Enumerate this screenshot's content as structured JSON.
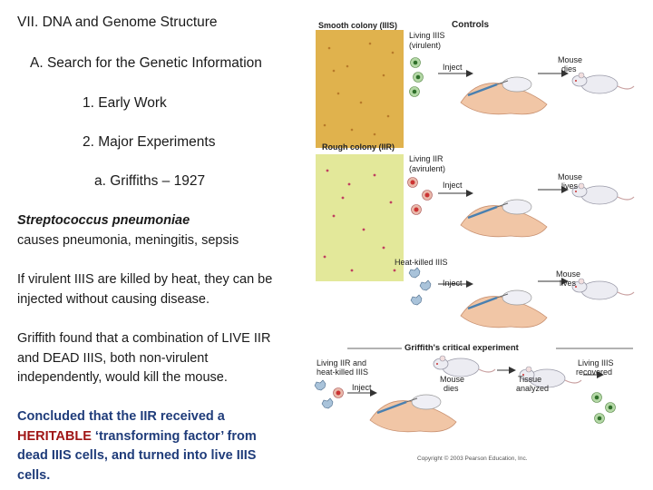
{
  "outline": {
    "title": "VII. DNA and Genome Structure",
    "section_a": "A. Search for the Genetic Information",
    "item_1": "1. Early Work",
    "item_2": "2. Major Experiments",
    "item_a": "a. Griffiths – 1927"
  },
  "paragraphs": {
    "organism": "Streptococcus pneumoniae",
    "disease": "causes pneumonia, meningitis, sepsis",
    "heat_killed": "If virulent IIIS are killed by heat, they can be injected without causing disease.",
    "combination": "Griffith found that a combination of LIVE IIR and DEAD IIIS, both non-virulent independently, would kill the mouse.",
    "conclusion_pre": "Concluded that the IIR received a ",
    "conclusion_heritable": "HERITABLE",
    "conclusion_post": " ‘transforming factor’ from dead IIIS cells, and turned into live IIIS cells."
  },
  "figure": {
    "smooth_colony": "Smooth colony (IIIS)",
    "rough_colony": "Rough colony (IIR)",
    "controls": "Controls",
    "living_iiis": "Living IIIS",
    "virulent": "(virulent)",
    "inject": "Inject",
    "mouse_dies": "Mouse",
    "dies": "dies",
    "living_iir": "Living IIR",
    "avirulent": "(avirulent)",
    "mouse_lives": "Mouse",
    "lives": "lives",
    "heat_killed_iiis": "Heat-killed IIIS",
    "critical": "Griffith's critical experiment",
    "living_iir_and": "Living IIR and",
    "heat_killed_iiis_2": "heat-killed IIIS",
    "tissue": "Tissue",
    "analyzed": "analyzed",
    "living_iiis_2": "Living IIIS",
    "recovered": "recovered",
    "copyright": "Copyright © 2003 Pearson Education, Inc."
  },
  "colors": {
    "smooth_plate": "#e0b24d",
    "rough_plate": "#e3e89a",
    "text_blue": "#1f3c7a",
    "text_red": "#a01616"
  }
}
